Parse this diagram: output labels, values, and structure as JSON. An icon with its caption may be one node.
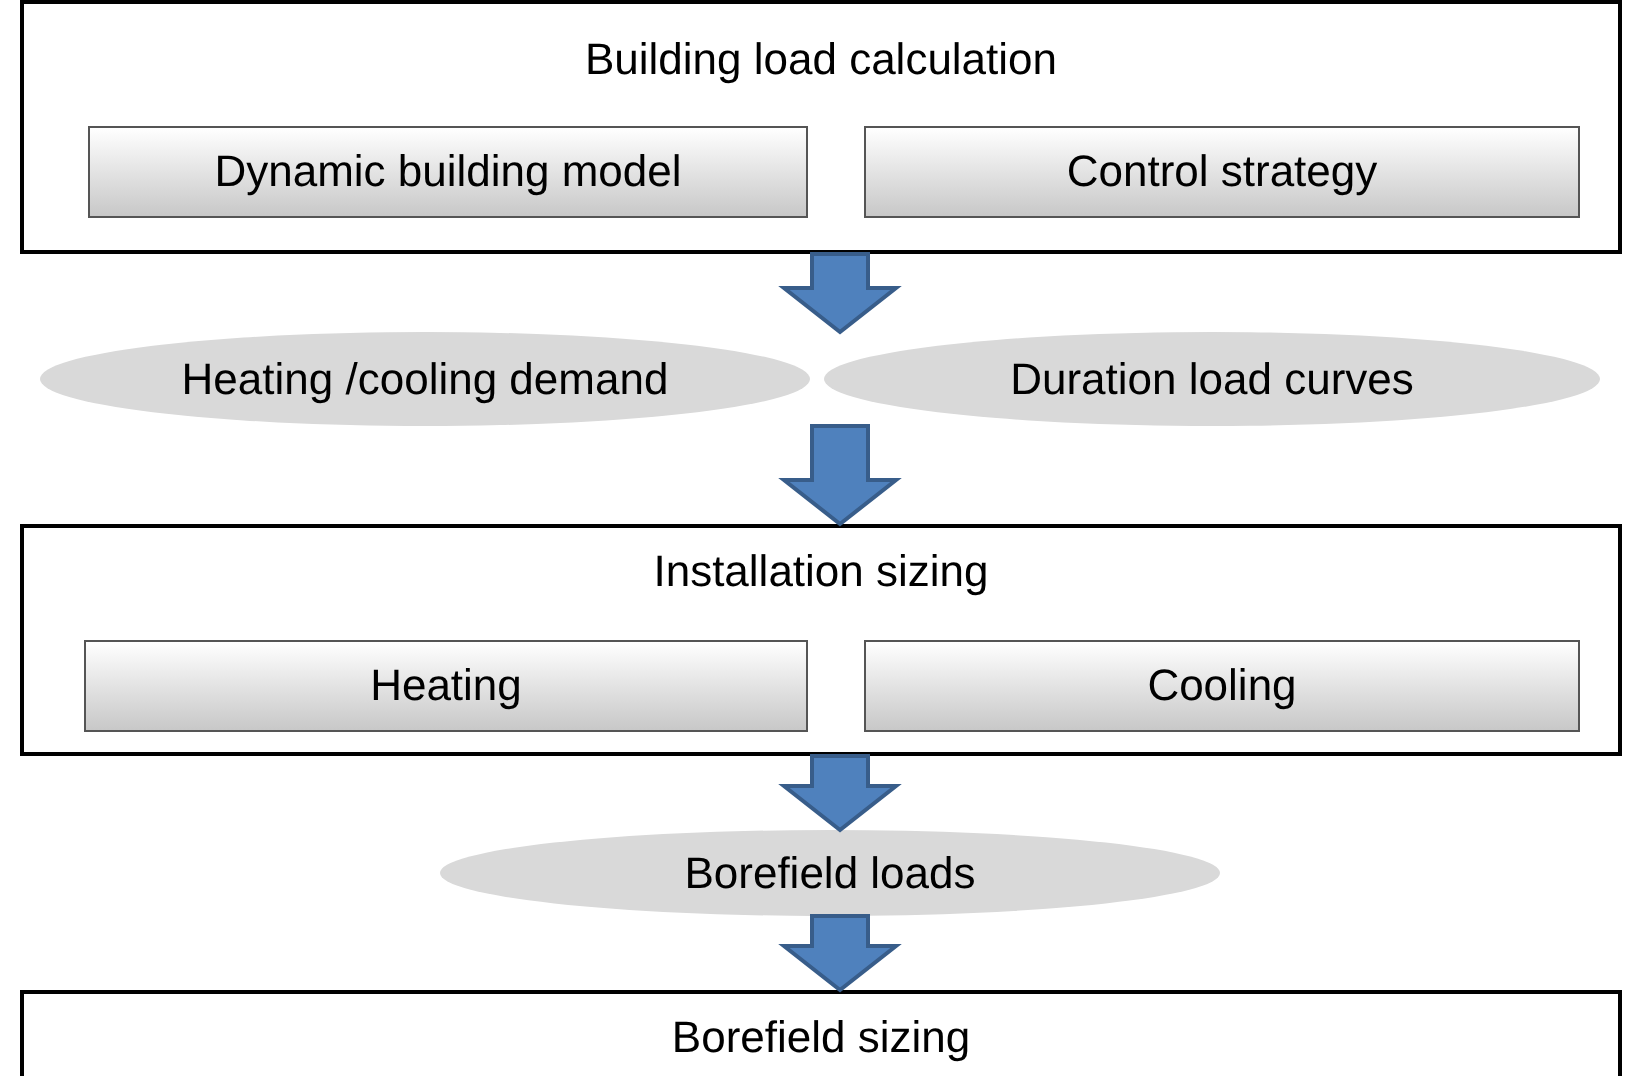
{
  "diagram": {
    "nodes": [
      {
        "text": [
          "Building load calculation"
        ]
      },
      {
        "text": [
          "Dynamic building model"
        ],
        "in": 0
      },
      {
        "text": [
          "Control strategy"
        ],
        "in": 0
      },
      {
        "text": [
          "Heating /cooling demand"
        ]
      },
      {
        "text": [
          "Duration load curves"
        ]
      },
      {
        "text": [
          "Installation sizing"
        ]
      },
      {
        "text": [
          "Heating"
        ],
        "in": 5
      },
      {
        "text": [
          "Cooling"
        ],
        "in": 5
      },
      {
        "text": [
          "Borefield loads"
        ]
      },
      {
        "text": [
          "Borefield sizing"
        ]
      }
    ],
    "edges": [
      {
        "from": 0,
        "to": 3,
        "arrow": "to",
        "style": "thick"
      },
      {
        "from": 0,
        "to": 4,
        "arrow": "to",
        "style": "thick"
      },
      {
        "from": 3,
        "to": 5,
        "arrow": "to",
        "style": "thick"
      },
      {
        "from": 4,
        "to": 5,
        "arrow": "to",
        "style": "thick"
      },
      {
        "from": 5,
        "to": 8,
        "arrow": "to",
        "style": "thick"
      },
      {
        "from": 8,
        "to": 9,
        "arrow": "to",
        "style": "thick"
      }
    ]
  }
}
